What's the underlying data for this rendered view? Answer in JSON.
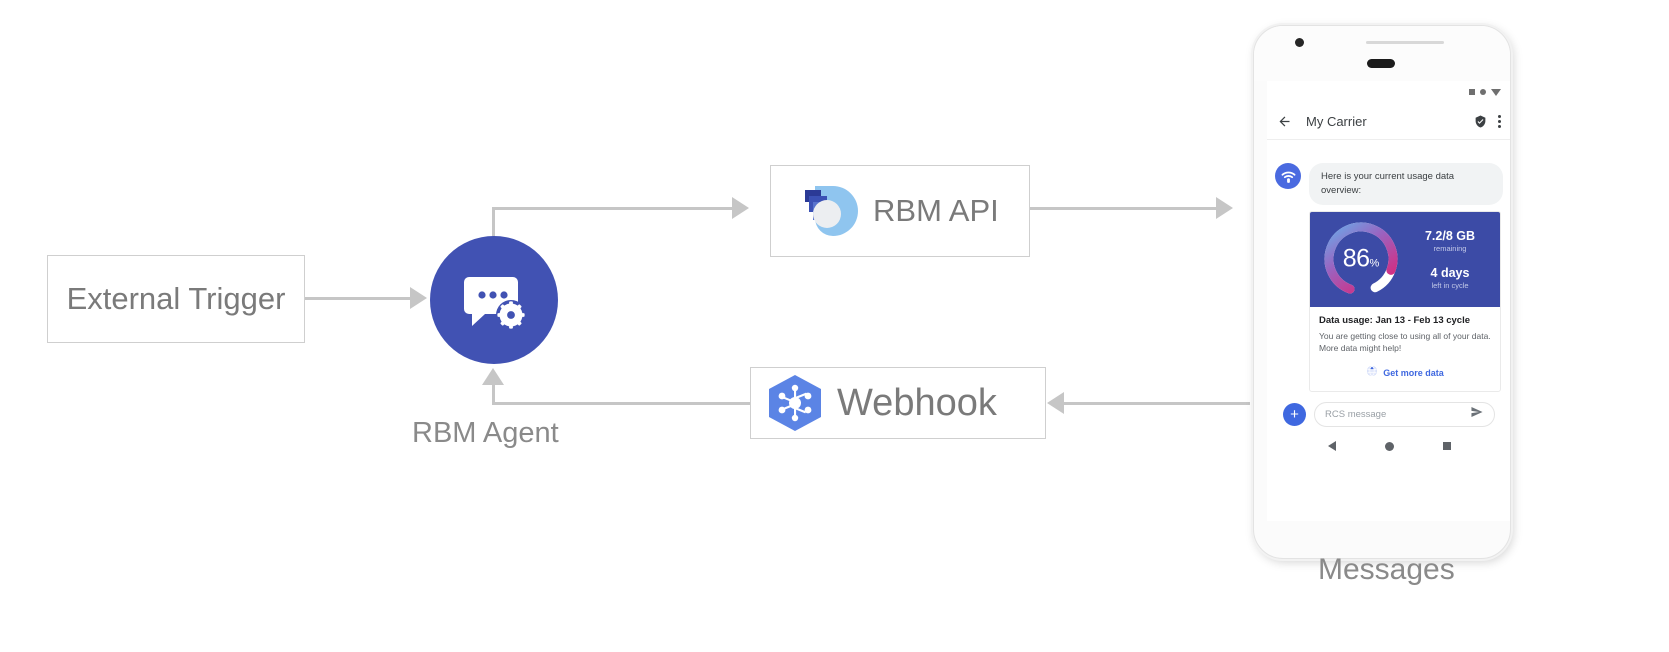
{
  "diagram": {
    "external_trigger": {
      "label": "External Trigger"
    },
    "rbm_agent": {
      "caption": "RBM Agent",
      "icon": "chat-gear-icon"
    },
    "rbm_api": {
      "label": "RBM API",
      "icon": "rbm-api-logo-icon"
    },
    "webhook": {
      "label": "Webhook",
      "icon": "webhook-hexagon-icon"
    },
    "phone_caption": "Messages"
  },
  "phone": {
    "status_bar": {
      "icons": [
        "square-icon",
        "dot-icon",
        "triangle-down-icon"
      ]
    },
    "app_bar": {
      "back_icon": "back-arrow-icon",
      "title": "My Carrier",
      "verified_icon": "verified-shield-icon",
      "overflow_icon": "overflow-menu-icon"
    },
    "conversation": {
      "bot_avatar_icon": "rcs-bot-icon",
      "message": "Here is your current usage data overview:"
    },
    "rich_card": {
      "gauge": {
        "value": "86",
        "unit": "%",
        "percent": 86
      },
      "stats": [
        {
          "main": "7.2/8 GB",
          "sub": "remaining"
        },
        {
          "main": "4 days",
          "sub": "left in cycle"
        }
      ],
      "title": "Data usage: Jan 13 - Feb 13 cycle",
      "description": "You are getting close to using all of your data. More data might help!",
      "action": {
        "label": "Get more data",
        "icon": "globe-icon"
      }
    },
    "composer": {
      "add_icon": "plus-icon",
      "placeholder": "RCS message",
      "send_icon": "send-icon"
    },
    "nav_bar": {
      "icons": [
        "back-triangle-icon",
        "home-circle-icon",
        "recents-square-icon"
      ]
    }
  },
  "colors": {
    "agent_blue": "#4152b3",
    "card_blue": "#3c4ba6",
    "link_blue": "#3f68e0",
    "connector_gray": "#c6c6c6",
    "gauge_pink": "#d62a7e",
    "gauge_light_blue": "#6aa9e8"
  }
}
